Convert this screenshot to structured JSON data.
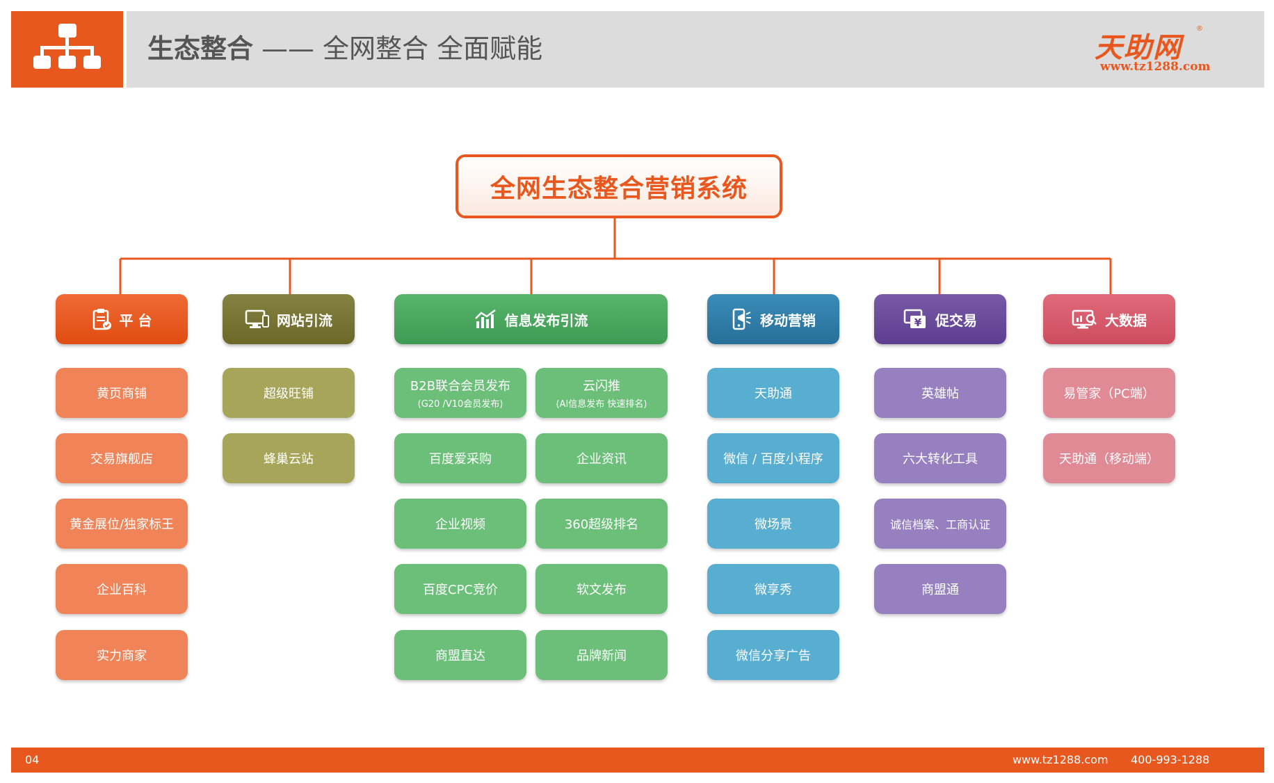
{
  "header": {
    "title_main": "生态整合",
    "title_dash": "——",
    "title_sub": "全网整合 全面赋能"
  },
  "logo": {
    "name": "天助网",
    "reg": "®",
    "url": "www.tz1288.com"
  },
  "root": {
    "label": "全网生态整合营销系统"
  },
  "categories": [
    {
      "label": "平 台",
      "icon": "clipboard-check-icon",
      "color": "#e8581e"
    },
    {
      "label": "网站引流",
      "icon": "monitor-icon",
      "color": "#7a7631"
    },
    {
      "label": "信息发布引流",
      "icon": "chart-bars-icon",
      "color": "#4aa55e"
    },
    {
      "label": "移动营销",
      "icon": "mobile-broadcast-icon",
      "color": "#2f7fab"
    },
    {
      "label": "促交易",
      "icon": "yuan-screen-icon",
      "color": "#6a4a9c"
    },
    {
      "label": "大数据",
      "icon": "screen-search-icon",
      "color": "#d65566"
    }
  ],
  "items": {
    "platform": [
      "黄页商铺",
      "交易旗舰店",
      "黄金展位/独家标王",
      "企业百科",
      "实力商家"
    ],
    "website": [
      "超级旺铺",
      "蜂巢云站"
    ],
    "info_left": [
      {
        "label": "B2B联合会员发布",
        "sub": "(G20 /V10会员发布)"
      },
      {
        "label": "百度爱采购",
        "sub": ""
      },
      {
        "label": "企业视频",
        "sub": ""
      },
      {
        "label": "百度CPC竞价",
        "sub": ""
      },
      {
        "label": "商盟直达",
        "sub": ""
      }
    ],
    "info_right": [
      {
        "label": "云闪推",
        "sub": "(AI信息发布 快速排名)"
      },
      {
        "label": "企业资讯",
        "sub": ""
      },
      {
        "label": "360超级排名",
        "sub": ""
      },
      {
        "label": "软文发布",
        "sub": ""
      },
      {
        "label": "品牌新闻",
        "sub": ""
      }
    ],
    "mobile": [
      "天助通",
      "微信 / 百度小程序",
      "微场景",
      "微享秀",
      "微信分享广告"
    ],
    "trade": [
      "英雄帖",
      "六大转化工具",
      "诚信档案、工商认证",
      "商盟通"
    ],
    "bigdata": [
      "易管家（PC端）",
      "天助通（移动端）"
    ]
  },
  "footer": {
    "page": "04",
    "site": "www.tz1288.com",
    "phone": "400-993-1288"
  }
}
